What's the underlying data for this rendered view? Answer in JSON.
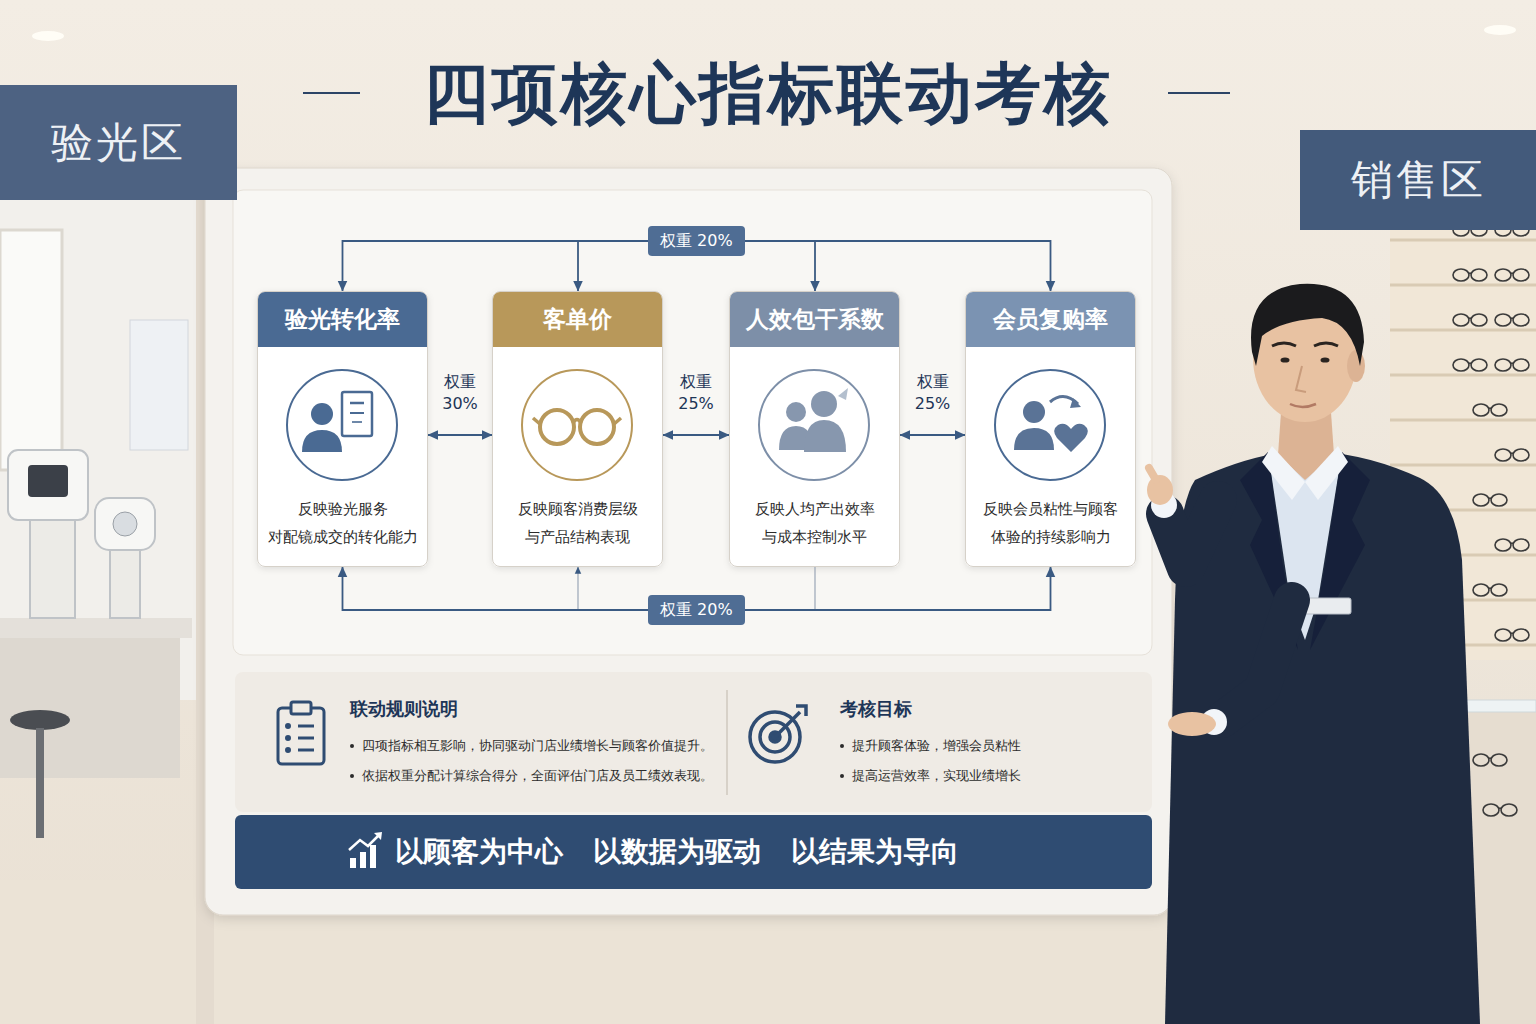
{
  "diagram": {
    "title": "四项核心指标联动考核",
    "nodes": [
      {
        "text": [
          "验光区"
        ]
      },
      {
        "text": [
          "销售区"
        ]
      },
      {
        "text": [
          "验光转化率",
          "反映验光服务 对配镜成交的转化能力"
        ]
      },
      {
        "text": [
          "客单价",
          "反映顾客消费层级 与产品结构表现"
        ]
      },
      {
        "text": [
          "人效包干系数",
          "反映人均产出效率 与成本控制水平"
        ]
      },
      {
        "text": [
          "会员复购率",
          "反映会员粘性与顾客 体验的持续影响力"
        ]
      },
      {
        "text": [
          "联动规则说明",
          "四项指标相互影响，协同驱动门店业绩增长与顾客价值提升。",
          "依据权重分配计算综合得分，全面评估门店及员工绩效表现。"
        ]
      },
      {
        "text": [
          "考核目标",
          "提升顾客体验，增强会员粘性",
          "提高运营效率，实现业绩增长"
        ]
      },
      {
        "text": [
          "以顾客为中心",
          "以数据为驱动",
          "以结果为导向"
        ]
      }
    ],
    "edges": [
      {
        "from": 2,
        "to": 3,
        "label": "权重 30%",
        "arrow": "both"
      },
      {
        "from": 3,
        "to": 4,
        "label": "权重 25%",
        "arrow": "both"
      },
      {
        "from": 4,
        "to": 5,
        "label": "权重 25%",
        "arrow": "both"
      },
      {
        "from": 2,
        "to": 5,
        "label": "权重 20%",
        "arrow": "both"
      },
      {
        "from": 2,
        "to": 5,
        "label": "权重 20%",
        "arrow": "both"
      }
    ]
  }
}
